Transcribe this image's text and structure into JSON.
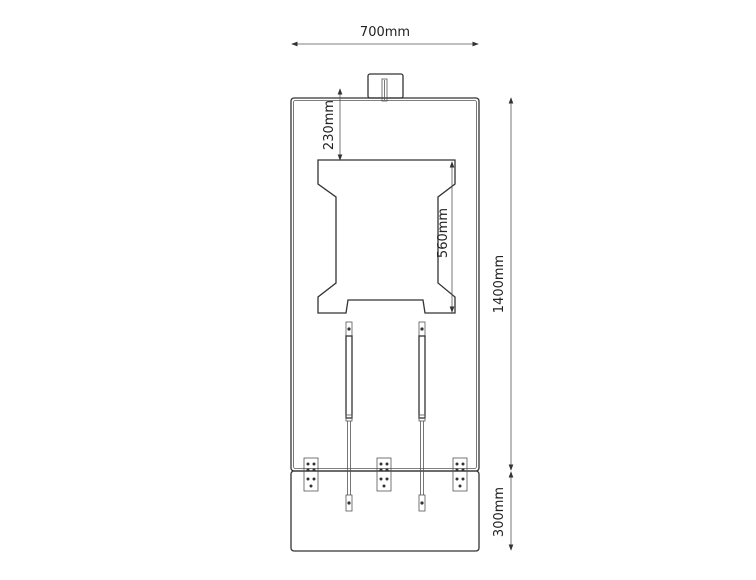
{
  "dimensions": {
    "width": "700mm",
    "top_offset": "230mm",
    "cutout_height": "560mm",
    "total_height": "1400mm",
    "flap_height": "300mm"
  }
}
